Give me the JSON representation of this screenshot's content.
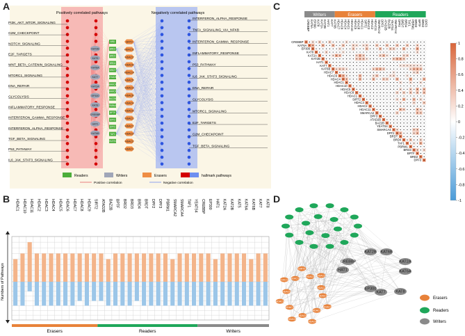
{
  "panel_labels": {
    "a": "A",
    "b": "B",
    "c": "C",
    "d": "D"
  },
  "panel_a": {
    "pos_header": "Positively correlated pathways",
    "neg_header": "Negatively correlated pathways",
    "pos_pathways": [
      "PI3K_AKT_MTOR_SIGNALING",
      "G2M_CHECKPOINT",
      "NOTCH_SIGNALING",
      "E2F_TARGETS",
      "WNT_BETA_CATENIN_SIGNALING",
      "MTORC1_SIGNALING",
      "DNA_REPAIR",
      "GLYCOLYSIS",
      "INFLAMMATORY_RESPONSE",
      "INTERFERON_GAMMA_RESPONSE",
      "INTERFERON_ALPHA_RESPONSE",
      "TGF_BETA_SIGNALING",
      "P53_PATHWAY",
      "IL6_JAK_STAT3_SIGNALING"
    ],
    "neg_pathways": [
      "INTERFERON_ALPHA_RESPONSE",
      "TNFA_SIGNALING_VIA_NFKB",
      "INTERFERON_GAMMA_RESPONSE",
      "INFLAMMATORY_RESPONSE",
      "P53_PATHWAY",
      "IL6_JAK_STAT3_SIGNALING",
      "DNA_REPAIR",
      "GLYCOLYSIS",
      "MTORC1_SIGNALING",
      "E2F_TARGETS",
      "G2M_CHECKPOINT",
      "TGF_BETA_SIGNALING"
    ],
    "writer_genes": [
      "KAT2B",
      "KAT5",
      "KAT6A",
      "KAT7",
      "KAT2A",
      "EP300",
      "KAT8",
      "CREBBP",
      "HAT1",
      "KAT6B"
    ],
    "reader_genes": [
      "BRD",
      "BRD2",
      "BRD3",
      "BRD4",
      "BRDT",
      "ATAD2B",
      "SMARCA2",
      "SMARCA4",
      "BAZ2B",
      "PBRM1",
      "BPTF",
      "DPF2",
      "DPF3",
      "TAF1",
      "YEATS4"
    ],
    "eraser_genes": [
      "SIRT2",
      "HDAC11",
      "HDAC2",
      "HDAC6",
      "HDAC10",
      "HDAC5",
      "HDAC3",
      "HDAC8",
      "HDAC4",
      "HDAC9",
      "HDAC1",
      "HDAC7",
      "HDAC3",
      "HDAC2",
      "HDAC1"
    ],
    "legend": {
      "readers": "Readers",
      "writers": "Writers",
      "erasers": "Erasers",
      "hallmark": "hallmark pathways",
      "pos": "Positive correlation",
      "neg": "Negative correlation"
    }
  },
  "panel_b": {
    "ylabel": "Numbers of Pathways",
    "genes": [
      "HDAC1",
      "HDAC10",
      "HDAC11",
      "HDAC2",
      "HDAC3",
      "HDAC4",
      "HDAC5",
      "HDAC6",
      "HDAC7",
      "HDAC8",
      "HDAC9",
      "SIRT2",
      "ATAD2B",
      "BAZ2B",
      "BPTF",
      "BRD2",
      "BRD3",
      "BRD4",
      "BRDT",
      "DPF2",
      "DPF3",
      "PBRM1",
      "SMARCA2",
      "SMARCA4",
      "TAF1",
      "YEATS4",
      "CREBBP",
      "EP300",
      "HAT1",
      "KAT2A",
      "KAT2B",
      "KAT5",
      "KAT6A",
      "KAT6B",
      "KAT7",
      "KAT8"
    ],
    "groups": [
      {
        "name": "Erasers",
        "color": "#e8823a",
        "count": 12
      },
      {
        "name": "Readers",
        "color": "#1fa75a",
        "count": 14
      },
      {
        "name": "Writers",
        "color": "#8a8a8a",
        "count": 10
      }
    ],
    "chart_data": {
      "type": "bar",
      "ylabel": "Numbers of Pathways",
      "series": [
        {
          "name": "positive",
          "values": [
            4,
            5,
            7,
            5,
            5,
            5,
            5,
            5,
            5,
            5,
            5,
            5,
            5,
            4,
            5,
            5,
            5,
            5,
            5,
            5,
            5,
            5,
            4,
            5,
            5,
            5,
            5,
            5,
            4,
            5,
            5,
            5,
            5,
            4,
            5,
            5
          ]
        },
        {
          "name": "negative",
          "values": [
            5,
            5,
            2,
            5,
            5,
            5,
            5,
            5,
            5,
            4,
            5,
            4,
            4,
            5,
            5,
            5,
            5,
            4,
            5,
            5,
            5,
            5,
            5,
            5,
            5,
            5,
            5,
            5,
            5,
            5,
            5,
            5,
            5,
            5,
            5,
            5
          ]
        }
      ],
      "colors": {
        "positive": "#f3b48a",
        "negative": "#9cc6e8"
      }
    }
  },
  "panel_c": {
    "group_labels": [
      "Writers",
      "Erasers",
      "Readers"
    ],
    "group_colors": [
      "#8a8a8a",
      "#e8823a",
      "#1fa75a"
    ],
    "genes": [
      "CREBBP",
      "KAT6A",
      "EP300",
      "KAT8",
      "KAT2A",
      "KAT2B",
      "HAT1",
      "KAT7",
      "KAT6B",
      "HDAC7",
      "HDAC9",
      "HDAC4",
      "HDAC1",
      "HDAC10",
      "HDAC5",
      "HDAC8",
      "HDAC1",
      "SIRT2",
      "HDAC3",
      "HDAC2",
      "HDAC11",
      "SMARCA2",
      "DPF3",
      "ATAD2B",
      "BAZ2B",
      "YEATS4",
      "SMARCA4",
      "DPF2",
      "BRDT",
      "BRD4",
      "TAF1",
      "PBRM1",
      "BRD3",
      "BPTF",
      "BRD2",
      "DPF3"
    ],
    "colorbar_ticks": [
      "1",
      "0.8",
      "0.6",
      "0.4",
      "0.2",
      "0",
      "-0.2",
      "-0.4",
      "-0.6",
      "-0.8",
      "-1"
    ]
  },
  "panel_d": {
    "legend": {
      "erasers": "Erasers",
      "readers": "Readers",
      "writers": "Writers"
    },
    "writer_nodes": [
      "KAT2B",
      "KAT6B",
      "CREBBP",
      "KAT2A",
      "HAT1",
      "KAT6A",
      "EP300",
      "KAT7",
      "KAT8"
    ],
    "eraser_nodes": [
      "HDAC1",
      "HDAC2",
      "HDAC3",
      "HDAC4",
      "HDAC5",
      "HDAC6",
      "HDAC7",
      "HDAC8",
      "HDAC9",
      "HDAC10",
      "HDAC11",
      "SIRT2",
      "HDAC4",
      "HDAC3",
      "HDAC1"
    ],
    "colors": {
      "erasers": "#e8823a",
      "readers": "#1fa75a",
      "writers": "#8a8a8a"
    }
  }
}
